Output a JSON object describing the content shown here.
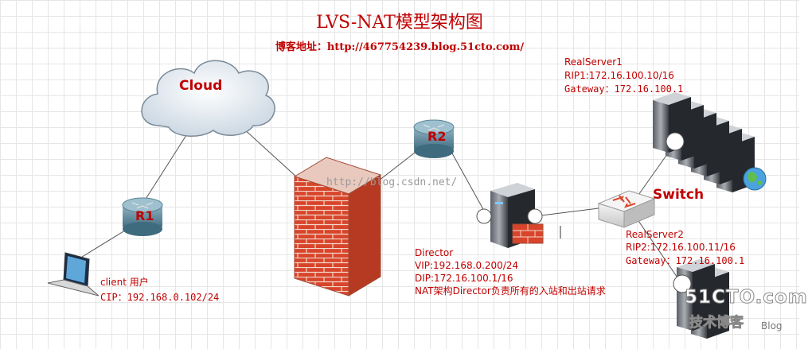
{
  "diagram": {
    "title": "LVS-NAT模型架构图",
    "subtitle": "博客地址：http://467754239.blog.51cto.com/",
    "watermark": "http://blog.csdn.net/",
    "logo": {
      "brand": "51CTO.com",
      "tagline": "技术博客",
      "tag": "Blog"
    },
    "nodes": {
      "cloud": {
        "label": "Cloud"
      },
      "r1": {
        "label": "R1"
      },
      "r2": {
        "label": "R2"
      },
      "switch": {
        "label": "Switch"
      },
      "client": {
        "name": "client 用户",
        "ip": "CIP：192.168.0.102/24"
      },
      "director": {
        "name": "Director",
        "vip": "VIP:192.168.0.200/24",
        "dip": "DIP:172.16.100.1/16",
        "note": "NAT架构Director负责所有的入站和出站请求"
      },
      "realserver1": {
        "name": "RealServer1",
        "rip": "RIP1:172.16.100.10/16",
        "gateway": "Gateway：172.16.100.1"
      },
      "realserver2": {
        "name": "RealServer2",
        "rip": "RIP2:172.16.100.11/16",
        "gateway": "Gateway：172.16.100.1"
      }
    },
    "colors": {
      "label_red": "#c00000",
      "router": "#4f7f95",
      "firewall": "#d9472b",
      "cloud": "#dfe7ef"
    }
  }
}
